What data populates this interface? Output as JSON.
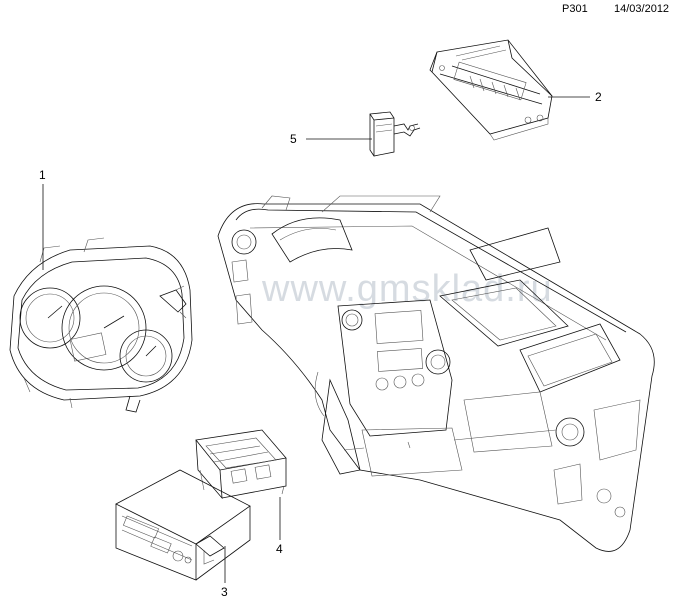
{
  "header": {
    "code": "P301",
    "date": "14/03/2012"
  },
  "watermark": "www.gmsklad.ru",
  "callouts": {
    "c1": "1",
    "c2": "2",
    "c3": "3",
    "c4": "4",
    "c5": "5"
  }
}
